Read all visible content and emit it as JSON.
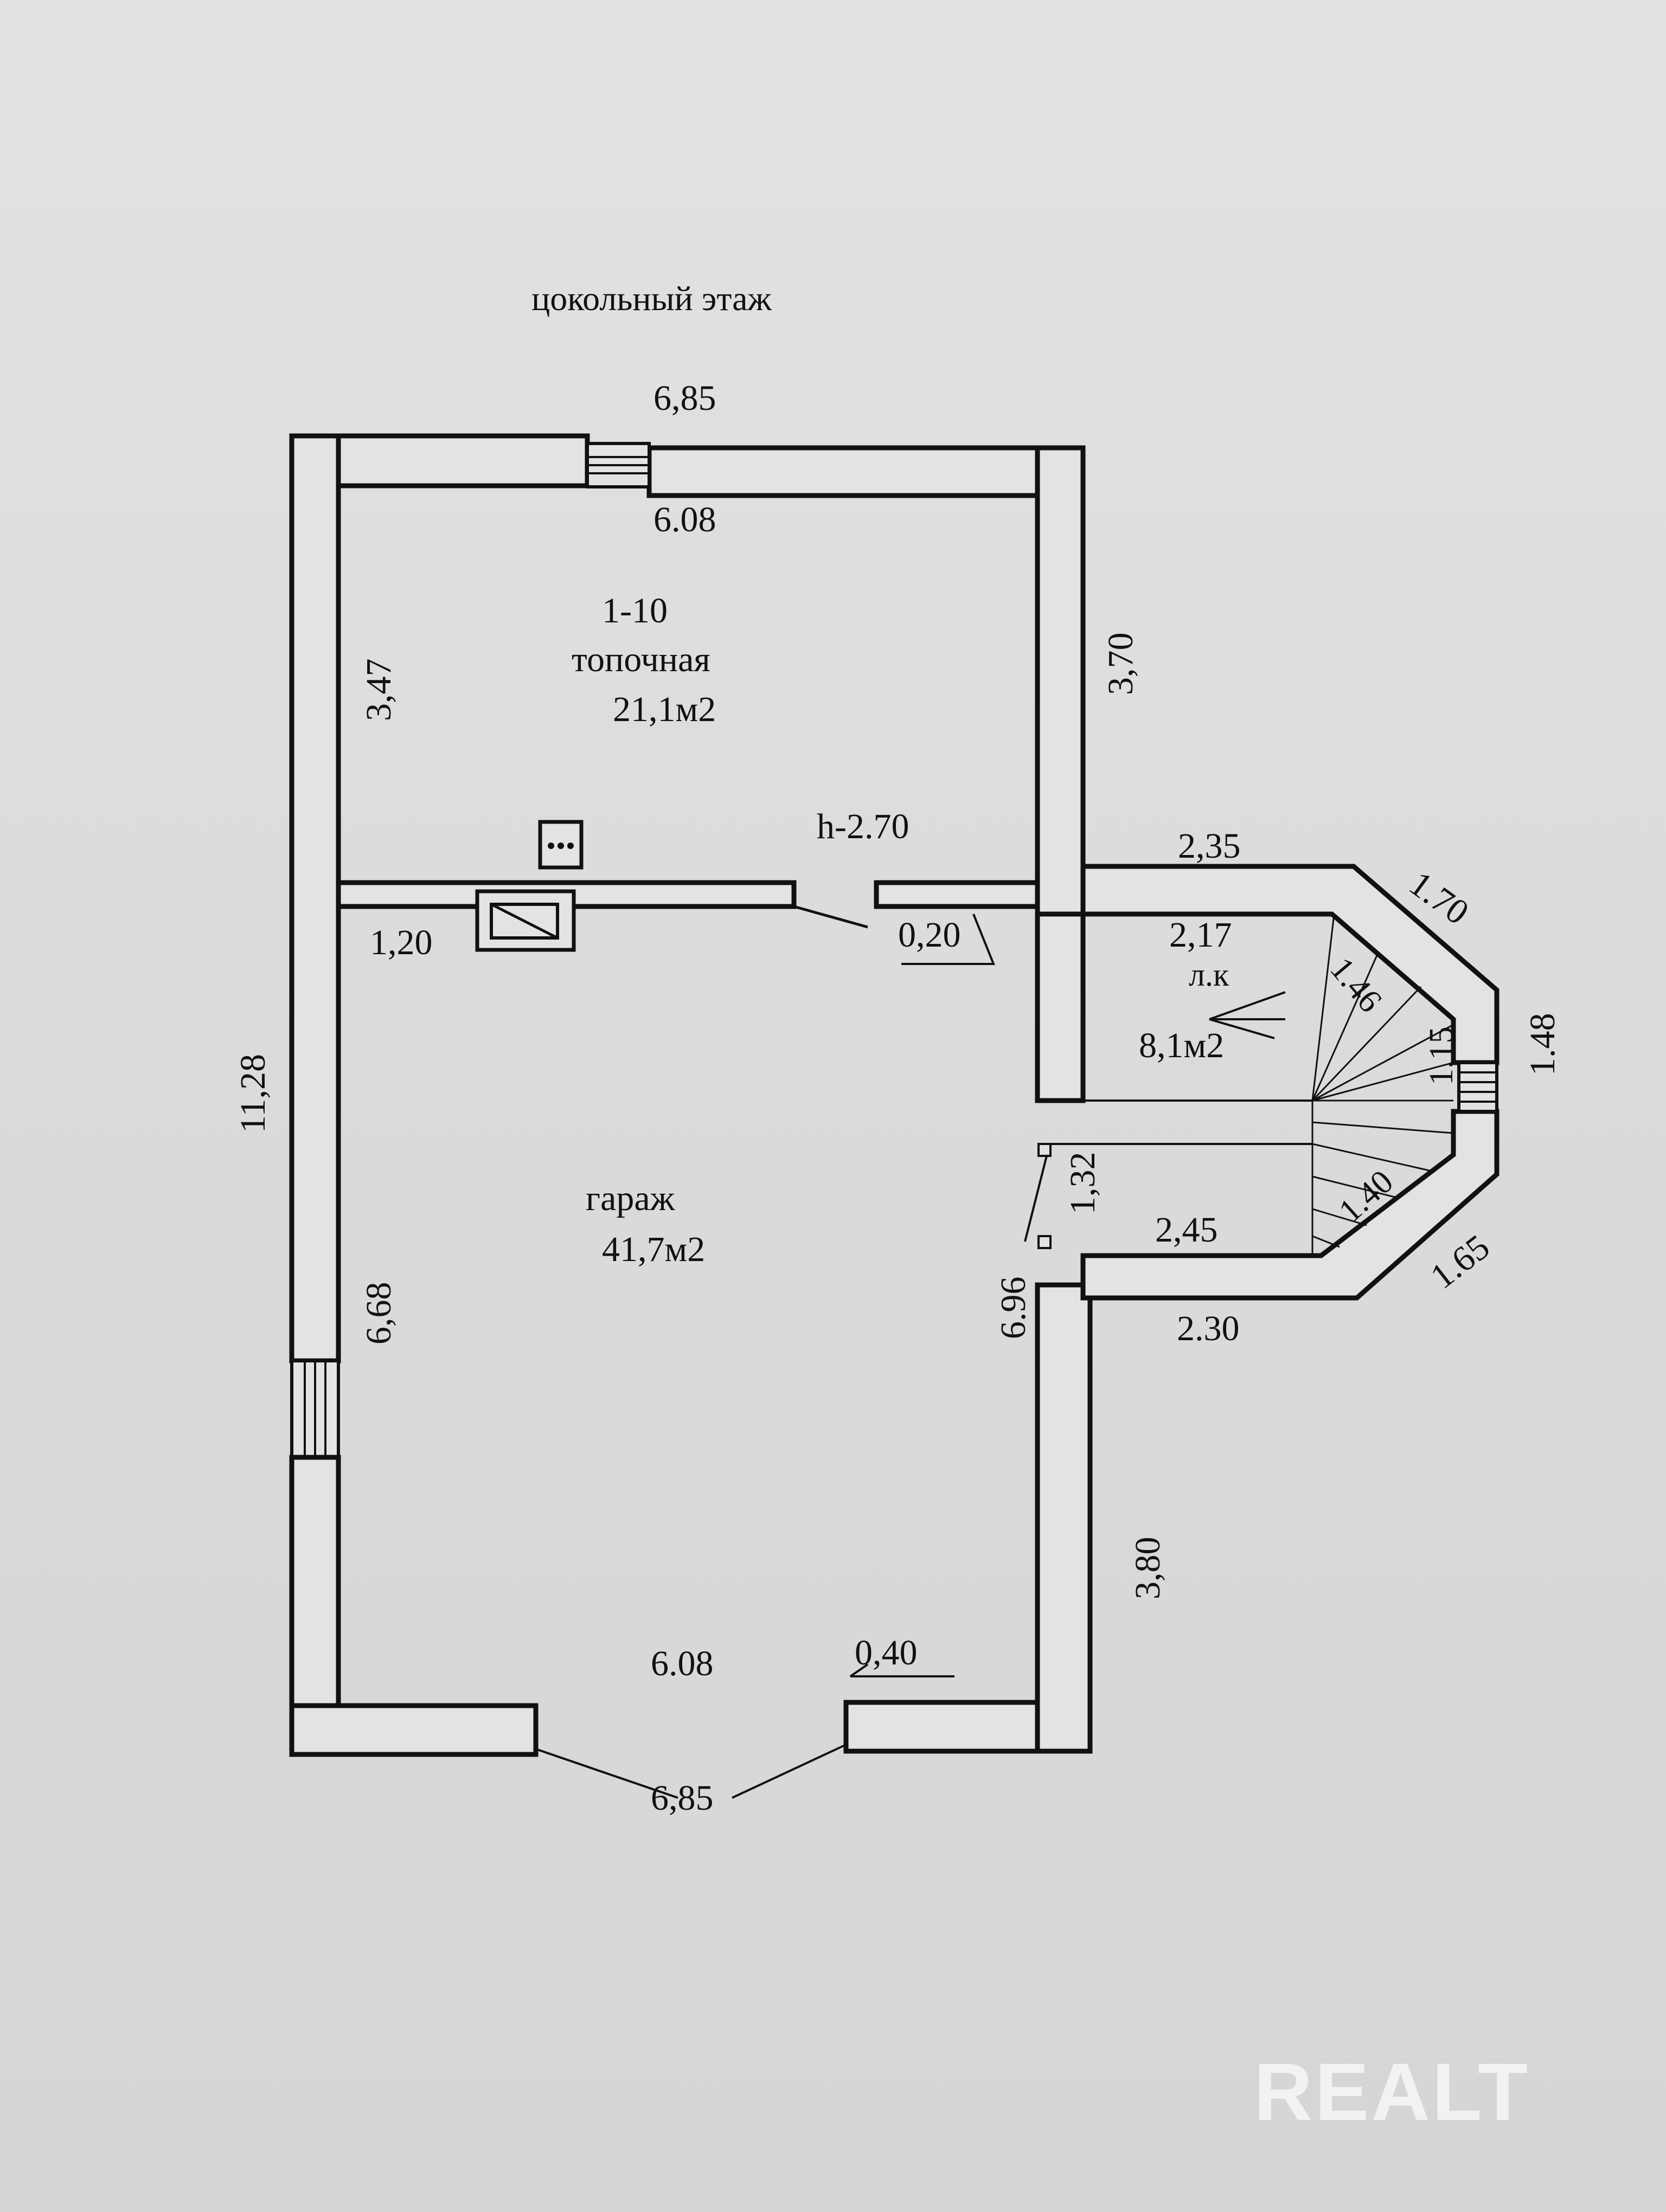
{
  "title": "цокольный этаж",
  "rooms": {
    "boiler": {
      "number": "1-10",
      "name": "топочная",
      "area": "21,1м2"
    },
    "garage": {
      "name": "гараж",
      "area": "41,7м2"
    },
    "stair": {
      "width": "2,17",
      "name": "л.к",
      "area": "8,1м2"
    }
  },
  "ceiling_height": "h-2.70",
  "dimensions": {
    "top_outer": "6,85",
    "top_inner": "6.08",
    "left_outer": "11,28",
    "left_upper_inner": "3,47",
    "left_lower_inner": "6,68",
    "right_upper": "3,70",
    "right_lower": "3,80",
    "right_inner": "6.96",
    "partition_left": "1,20",
    "door_width": "0,20",
    "annex_top": "2,35",
    "annex_diag_top": "1.70",
    "annex_right_outer": "1.48",
    "annex_diag_bottom": "1.65",
    "annex_bottom": "2.30",
    "annex_inner_bottom": "2,45",
    "annex_diag_inner_top": "1.46",
    "annex_right_inner": "1.15",
    "annex_diag_inner_bottom": "1.40",
    "passage_width": "1,32",
    "bottom_inner": "6.08",
    "gate_offset": "0,40",
    "bottom_outer": "6,85"
  },
  "watermark": "REALT"
}
